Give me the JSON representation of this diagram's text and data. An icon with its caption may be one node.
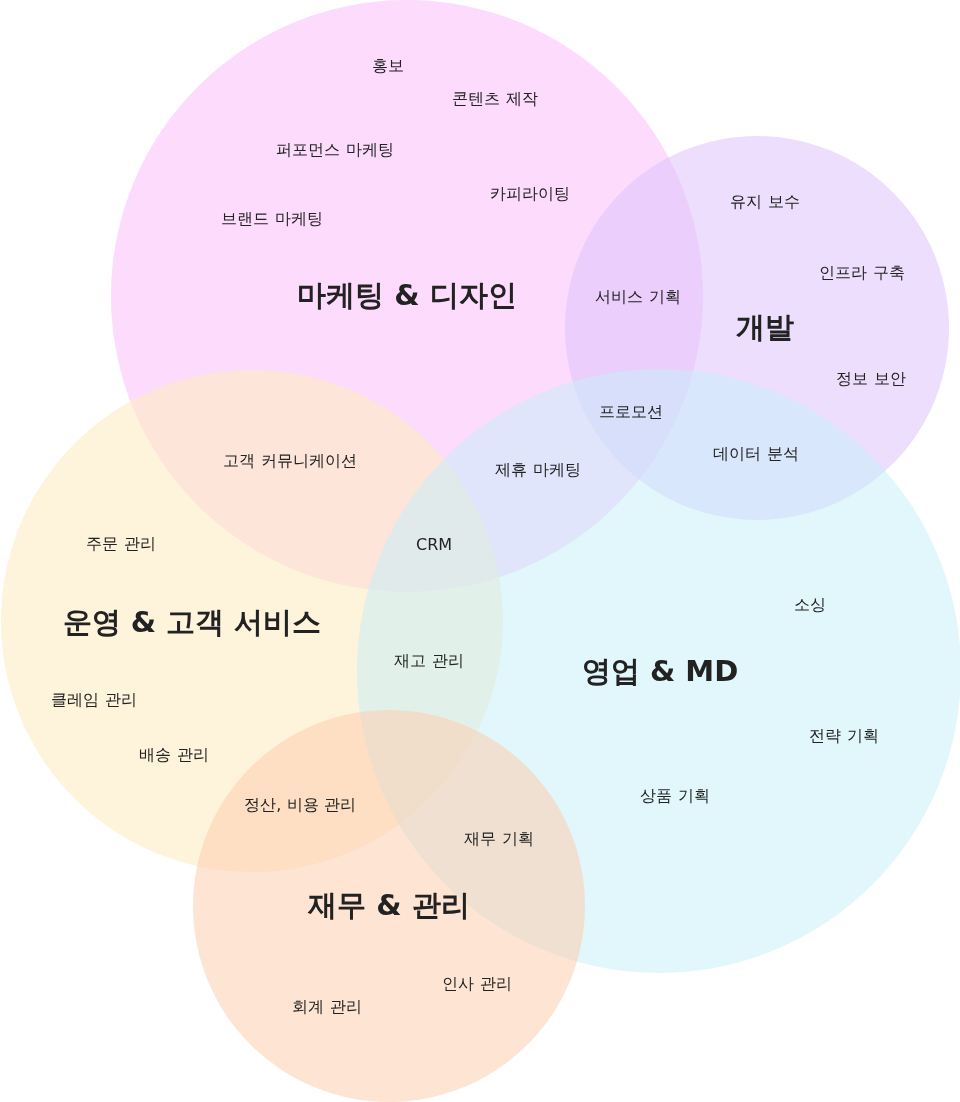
{
  "diagram": {
    "nodes": [
      {
        "text": [
          "마케팅 & 디자인"
        ]
      },
      {
        "text": [
          "개발"
        ]
      },
      {
        "text": [
          "운영 & 고객 서비스"
        ]
      },
      {
        "text": [
          "영업 & MD"
        ]
      },
      {
        "text": [
          "재무 & 관리"
        ]
      }
    ],
    "labels": [
      "홍보",
      "콘텐츠 제작",
      "퍼포먼스 마케팅",
      "카피라이팅",
      "유지 보수",
      "브랜드 마케팅",
      "인프라 구축",
      "서비스 기획",
      "정보 보안",
      "프로모션",
      "데이터 분석",
      "고객 커뮤니케이션",
      "제휴 마케팅",
      "주문 관리",
      "CRM",
      "소싱",
      "재고 관리",
      "클레임 관리",
      "전략 기획",
      "배송 관리",
      "상품 기획",
      "정산, 비용 관리",
      "재무 기획",
      "인사 관리",
      "회계 관리"
    ]
  }
}
